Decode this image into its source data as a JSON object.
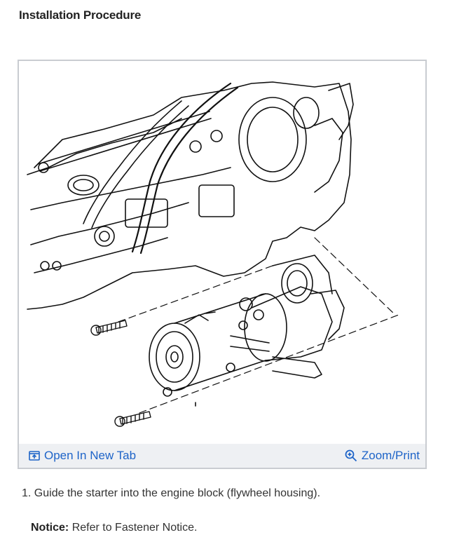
{
  "section": {
    "heading": "Installation Procedure"
  },
  "figure": {
    "open_tab_label": "Open In New Tab",
    "zoom_label": "Zoom/Print",
    "open_tab_icon": "open-new-tab-icon",
    "zoom_icon": "magnifier-plus-icon",
    "link_color": "#1e64c8",
    "toolbar_bg": "#eef0f3"
  },
  "steps": [
    {
      "number": "1.",
      "text": "Guide the starter into the engine block (flywheel housing)."
    }
  ],
  "notice": {
    "label": "Notice:",
    "text": "Refer to Fastener Notice."
  }
}
